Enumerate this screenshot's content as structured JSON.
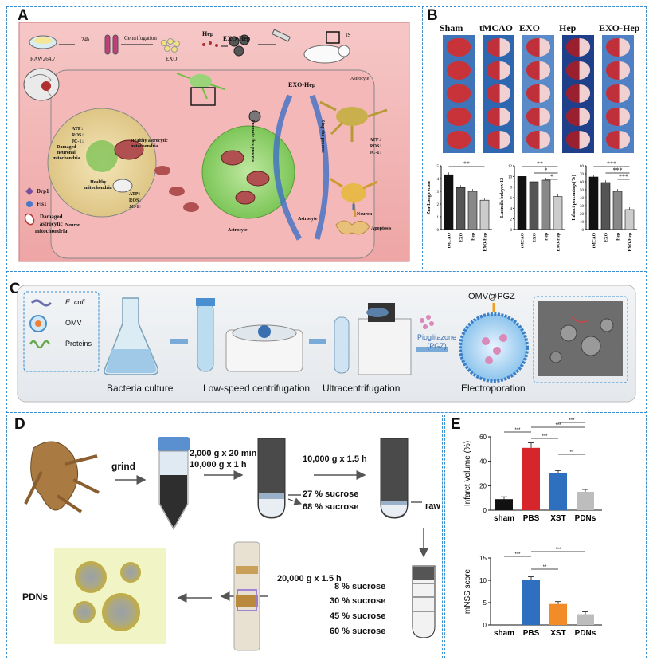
{
  "panel_labels": {
    "a": "A",
    "b": "B",
    "c": "C",
    "d": "D",
    "e": "E"
  },
  "panel_a": {
    "top_steps": {
      "cell": "RAW264.7",
      "time": "24h",
      "centrifugation": "Centrifugation",
      "exo": "EXO",
      "hep": "Hep",
      "exo_hep": "EXO-Hep",
      "is": "IS"
    },
    "inner": {
      "exo_hep": "EXO-Hep",
      "astrocyte_top": "Astrocyte",
      "neuron_legend": "Neuron",
      "neuron_stats": "ATP↓\nROS↑\nJC-1↓",
      "damaged_neuronal": "Damaged\nneuronal\nmitochondria",
      "healthy_astro_mito": "Healthy astrocytic\nmitochondria",
      "healthy_mito": "Healthy\nmitochondria",
      "healthy_stats": "ATP↑\nROS↓\nJC-1↑",
      "astrocyte_bottom": "Astrocyte",
      "astrocyte_mid": "Astrocyte",
      "promote": "Promote this process",
      "stop": "Stop the process",
      "astro_stats": "ATP↓\nROS↑\nJC-1↓",
      "neuron_right": "Neuron",
      "apoptosis": "Apoptosis"
    },
    "legend": {
      "drp1": "Drp1",
      "fis1": "Fis1",
      "damaged": "Damaged\nastrocytic\nmitochondria"
    }
  },
  "panel_b": {
    "groups": [
      "Sham",
      "tMCAO",
      "EXO",
      "Hep",
      "EXO-Hep"
    ],
    "charts": [
      {
        "ylabel": "Zea-Longa score",
        "ymax": 5,
        "yticks": [
          "0",
          "1",
          "2",
          "3",
          "4",
          "5"
        ],
        "categories": [
          "tMCAO",
          "EXO",
          "Hep",
          "EXO-Hep"
        ],
        "values": [
          4.3,
          3.3,
          3.0,
          2.3
        ],
        "sig": [
          "**"
        ]
      },
      {
        "ylabel": "Ludmila belayev 12",
        "ymax": 12,
        "yticks": [
          "0",
          "2",
          "4",
          "6",
          "8",
          "10",
          "12"
        ],
        "categories": [
          "tMCAO",
          "EXO",
          "Hep",
          "EXO-Hep"
        ],
        "values": [
          10.0,
          9.0,
          9.3,
          6.2
        ],
        "sig": [
          "**",
          "*",
          "*"
        ]
      },
      {
        "ylabel": "Infarct percentage(%)",
        "ymax": 80,
        "yticks": [
          "0",
          "10",
          "20",
          "30",
          "40",
          "50",
          "60",
          "70",
          "80"
        ],
        "categories": [
          "tMCAO",
          "EXO",
          "Hep",
          "EXO-Hep"
        ],
        "values": [
          66,
          59,
          48,
          25
        ],
        "sig": [
          "***",
          "***",
          "***"
        ]
      }
    ]
  },
  "panel_c": {
    "legend": {
      "ecoli": "E. coli",
      "omv": "OMV",
      "proteins": "Proteins"
    },
    "product": "OMV@PGZ",
    "drug": "Pioglitazone\n(PGZ)",
    "steps": [
      "Bacteria culture",
      "Low-speed centrifugation",
      "Ultracentrifugation",
      "Electroporation"
    ]
  },
  "panel_d": {
    "grind": "grind",
    "spin1": "2,000 g x 20 min\n10,000 g x 1 h",
    "spin2": "10,000 g x 1.5 h",
    "layer1": "27 % sucrose",
    "layer2": "68 % sucrose",
    "raw": "raw PDNs",
    "spin3": "20,000 g x 1.5 h",
    "gradient": [
      "8 % sucrose",
      "30 % sucrose",
      "45 % sucrose",
      "60 % sucrose"
    ],
    "product": "PDNs"
  },
  "panel_e": {
    "top": {
      "ylabel": "Infarct Volume (%)",
      "ymax": 60,
      "yticks": [
        "0",
        "20",
        "40",
        "60"
      ],
      "categories": [
        "sham",
        "PBS",
        "XST",
        "PDNs"
      ],
      "values": [
        9,
        51,
        30,
        15
      ],
      "colors": [
        "#111111",
        "#d6262c",
        "#2f6fbf",
        "#bdbdbd"
      ],
      "sig": [
        "***",
        "***",
        "***",
        "***",
        "**"
      ]
    },
    "bottom": {
      "ylabel": "mNSS score",
      "ymax": 15,
      "yticks": [
        "0",
        "5",
        "10",
        "15"
      ],
      "categories": [
        "sham",
        "PBS",
        "XST",
        "PDNs"
      ],
      "values": [
        0,
        10,
        4.7,
        2.4
      ],
      "colors": [
        "#111111",
        "#2f6fbf",
        "#f28c28",
        "#bdbdbd"
      ],
      "sig": [
        "***",
        "**",
        "***"
      ]
    }
  }
}
